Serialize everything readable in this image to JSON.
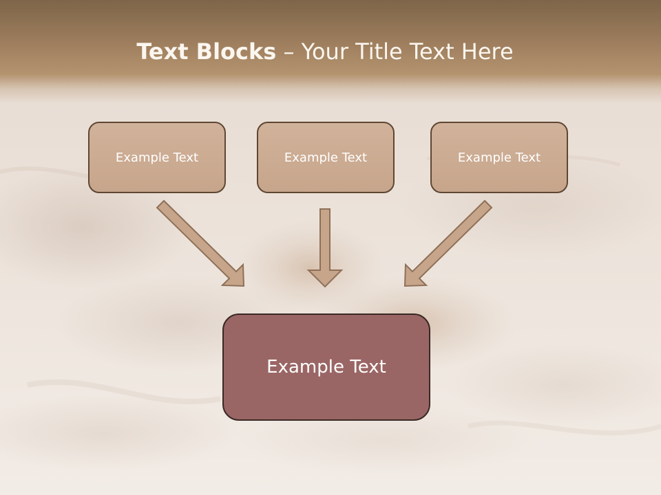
{
  "slide": {
    "title_bold": "Text Blocks",
    "title_dash": " – ",
    "title_rest": "Your Title Text Here"
  },
  "blocks": {
    "left": "Example Text",
    "center": "Example Text",
    "right": "Example Text",
    "main": "Example Text"
  },
  "colors": {
    "header": "#a0805f",
    "small_box_fill": "#c9a88e",
    "small_box_border": "#5e4632",
    "main_box_fill": "#9a6665",
    "arrow_fill": "#c6a58b",
    "arrow_stroke": "#8e7058"
  }
}
